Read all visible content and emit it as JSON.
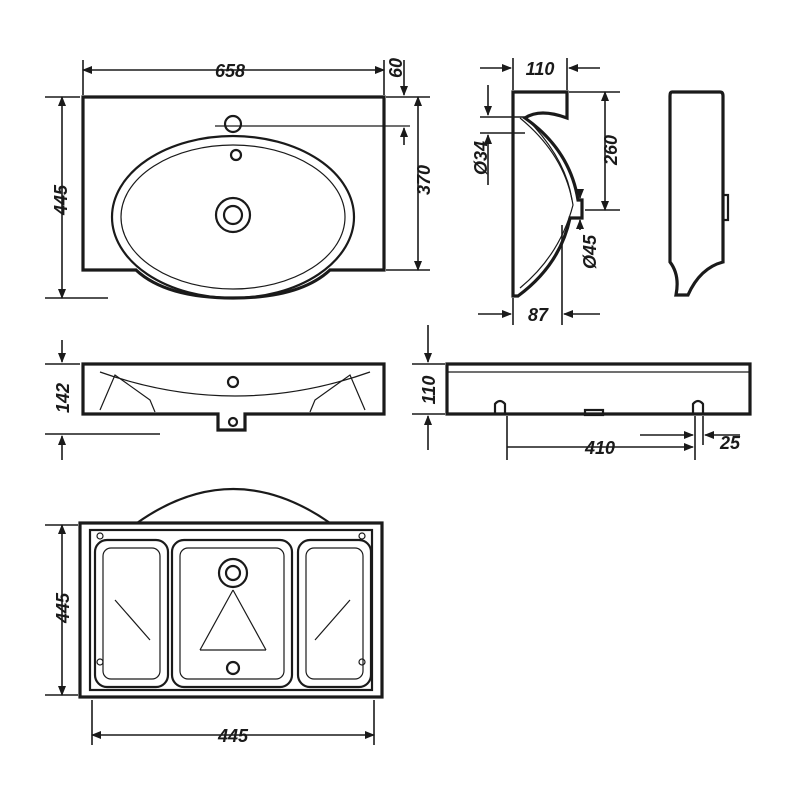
{
  "drawing": {
    "top_view": {
      "width": "658",
      "rear_offset": "60",
      "depth": "445",
      "bowl_depth": "370"
    },
    "side_view": {
      "wall_depth": "110",
      "overflow_diameter": "Ø34",
      "height": "260",
      "drain_diameter": "Ø45",
      "drain_offset": "87"
    },
    "front_view": {
      "height": "142"
    },
    "rear_view": {
      "height": "110",
      "bracket_spacing": "410",
      "bracket_offset": "25"
    },
    "bottom_view": {
      "depth": "445",
      "width": "445"
    }
  }
}
